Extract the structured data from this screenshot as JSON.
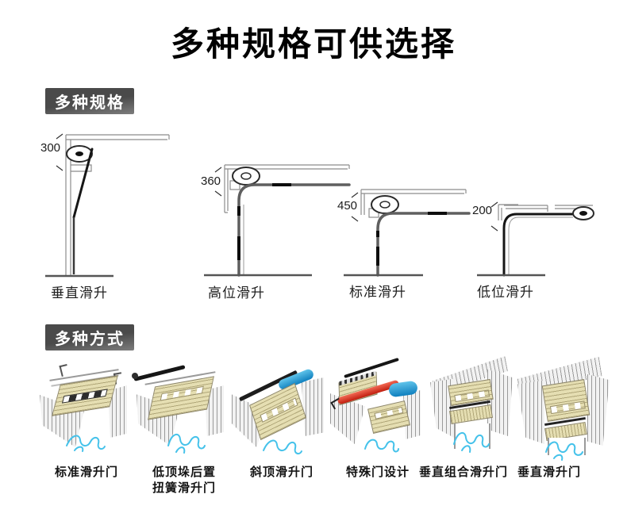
{
  "page": {
    "title": "多种规格可供选择"
  },
  "specs": {
    "badge": "多种规格",
    "items": [
      {
        "measurement": "300",
        "label": "垂直滑升"
      },
      {
        "measurement": "360",
        "label": "高位滑升"
      },
      {
        "measurement": "450",
        "label": "标准滑升"
      },
      {
        "measurement": "200",
        "label": "低位滑升"
      }
    ]
  },
  "methods": {
    "badge": "多种方式",
    "items": [
      {
        "label": "标准滑升门"
      },
      {
        "label": "低顶垛后置",
        "label2": "扭簧滑升门"
      },
      {
        "label": "斜顶滑升门"
      },
      {
        "label": "特殊门设计"
      },
      {
        "label": "垂直组合滑升门"
      },
      {
        "label": "垂直滑升门"
      }
    ]
  },
  "colors": {
    "badge_bg": "#4a4a4a",
    "door_panel_tan": "#e5deb2",
    "spring_tube_blue": "#1f9ad2",
    "special_tube_red": "#d42314",
    "sketch_blue": "#45c2ea",
    "line_gray": "#8c8c8c"
  }
}
